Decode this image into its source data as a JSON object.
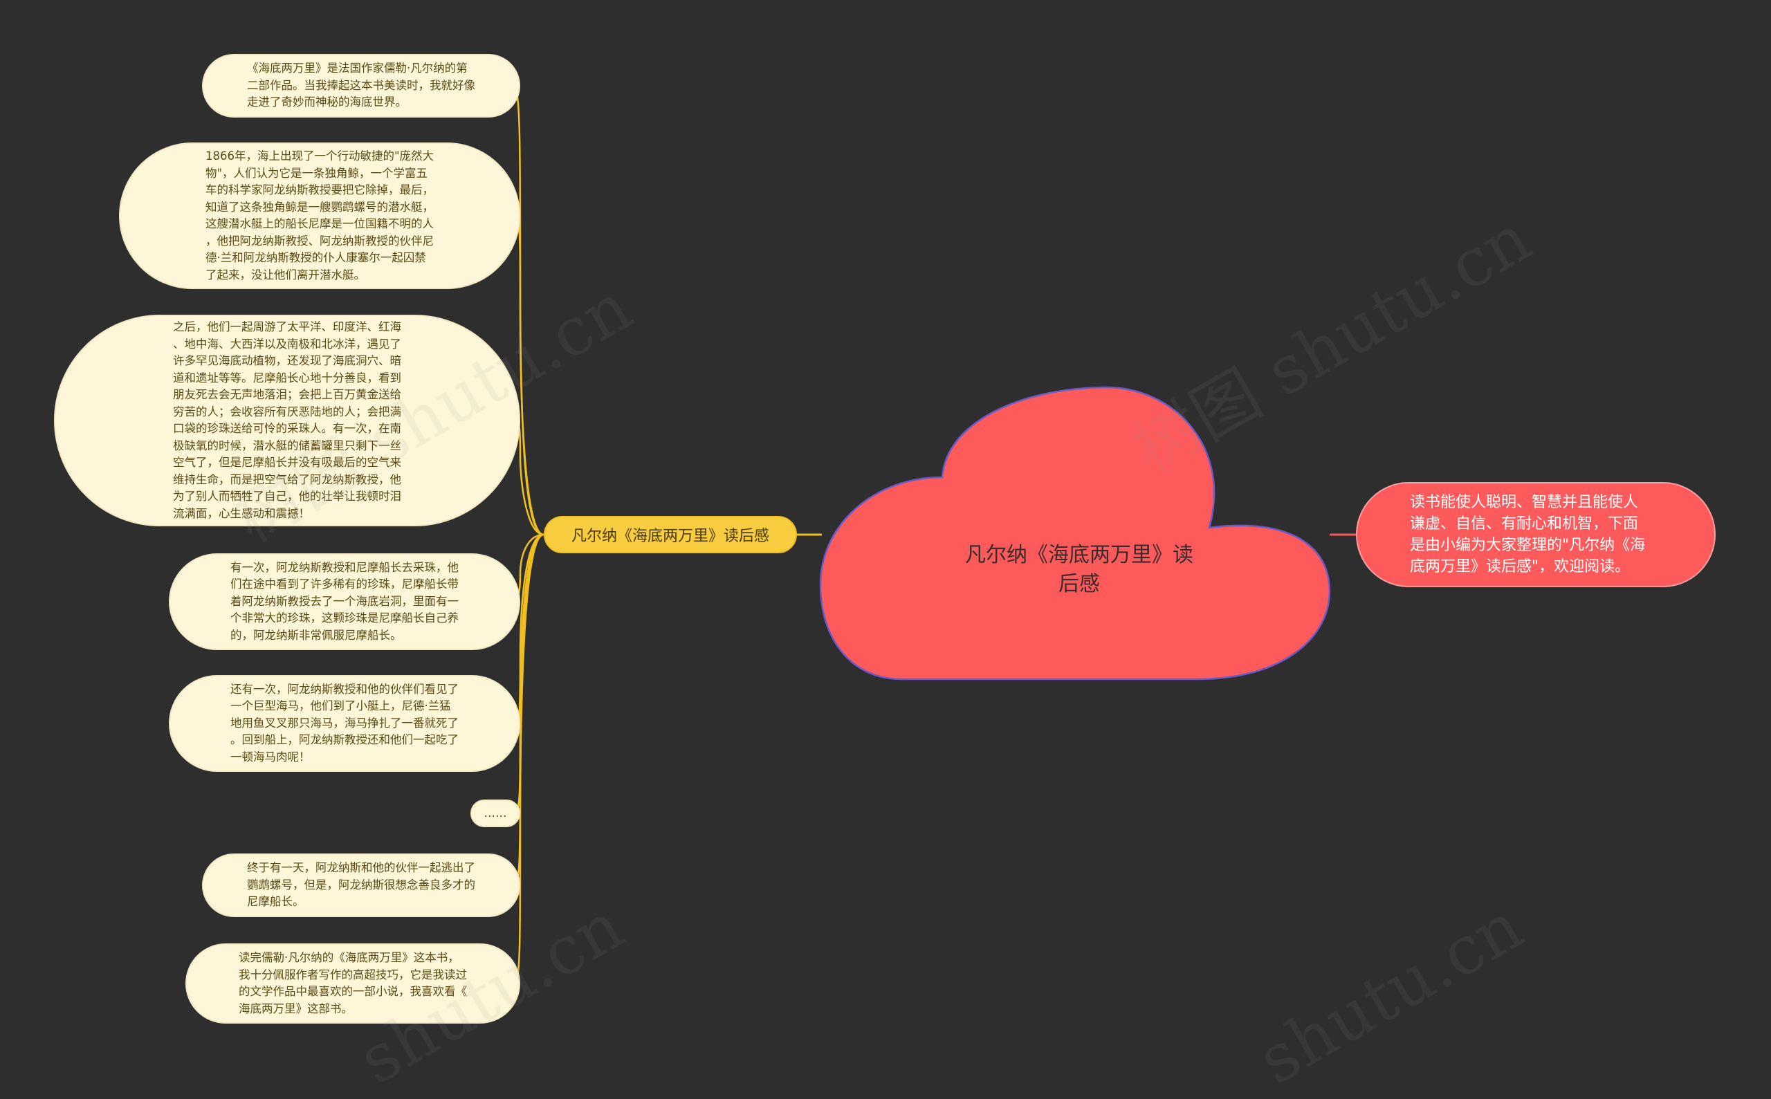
{
  "root": {
    "title": "凡尔纳《海底两万里》读\n后感"
  },
  "summary": {
    "text": "读书能使人聪明、智慧并且能使人\n谦虚、自信、有耐心和机智，下面\n是由小编为大家整理的\"凡尔纳《海\n底两万里》读后感\"，欢迎阅读。"
  },
  "branch": {
    "label": "凡尔纳《海底两万里》读后感"
  },
  "leaves": [
    {
      "text": "《海底两万里》是法国作家儒勒·凡尔纳的第\n二部作品。当我捧起这本书美读时，我就好像\n走进了奇妙而神秘的海底世界。"
    },
    {
      "text": "1866年，海上出现了一个行动敏捷的\"庞然大\n物\"，人们认为它是一条独角鲸，一个学富五\n车的科学家阿龙纳斯教授要把它除掉，最后，\n知道了这条独角鲸是一艘鹦鹉螺号的潜水艇，\n这艘潜水艇上的船长尼摩是一位国籍不明的人\n，他把阿龙纳斯教授、阿龙纳斯教授的伙伴尼\n德·兰和阿龙纳斯教授的仆人康塞尔一起囚禁\n了起来，没让他们离开潜水艇。"
    },
    {
      "text": "之后，他们一起周游了太平洋、印度洋、红海\n、地中海、大西洋以及南极和北冰洋，遇见了\n许多罕见海底动植物，还发现了海底洞穴、暗\n道和遗址等等。尼摩船长心地十分善良，看到\n朋友死去会无声地落泪；会把上百万黄金送给\n穷苦的人；会收容所有厌恶陆地的人；会把满\n口袋的珍珠送给可怜的采珠人。有一次，在南\n极缺氧的时候，潜水艇的储蓄罐里只剩下一丝\n空气了，但是尼摩船长并没有吸最后的空气来\n维持生命，而是把空气给了阿龙纳斯教授，他\n为了别人而牺牲了自己，他的壮举让我顿时泪\n流满面，心生感动和震撼！"
    },
    {
      "text": "有一次，阿龙纳斯教授和尼摩船长去采珠，他\n们在途中看到了许多稀有的珍珠，尼摩船长带\n着阿龙纳斯教授去了一个海底岩洞，里面有一\n个非常大的珍珠，这颗珍珠是尼摩船长自己养\n的，阿龙纳斯非常佩服尼摩船长。"
    },
    {
      "text": "还有一次，阿龙纳斯教授和他的伙伴们看见了\n一个巨型海马，他们到了小艇上，尼德·兰猛\n地用鱼叉叉那只海马，海马挣扎了一番就死了\n。回到船上，阿龙纳斯教授还和他们一起吃了\n一顿海马肉呢！"
    },
    {
      "text": "……"
    },
    {
      "text": "终于有一天，阿龙纳斯和他的伙伴一起逃出了\n鹦鹉螺号，但是，阿龙纳斯很想念善良多才的\n尼摩船长。"
    },
    {
      "text": "读完儒勒·凡尔纳的《海底两万里》这本书，\n我十分佩服作者写作的高超技巧，它是我读过\n的文学作品中最喜欢的一部小说，我喜欢看《\n海底两万里》这部书。"
    }
  ],
  "watermarks": [
    "树图 shutu.cn",
    "树图 shutu.cn",
    "shutu.cn",
    "shutu.cn"
  ],
  "colors": {
    "background": "#2e2e2e",
    "root_fill": "#fd5a5c",
    "root_outline": "#6a5ac8",
    "branch_fill": "#f7cd3f",
    "leaf_fill": "#fdf6d8",
    "connector_yellow": "#f0bf1f",
    "connector_red": "#f05a5c"
  }
}
